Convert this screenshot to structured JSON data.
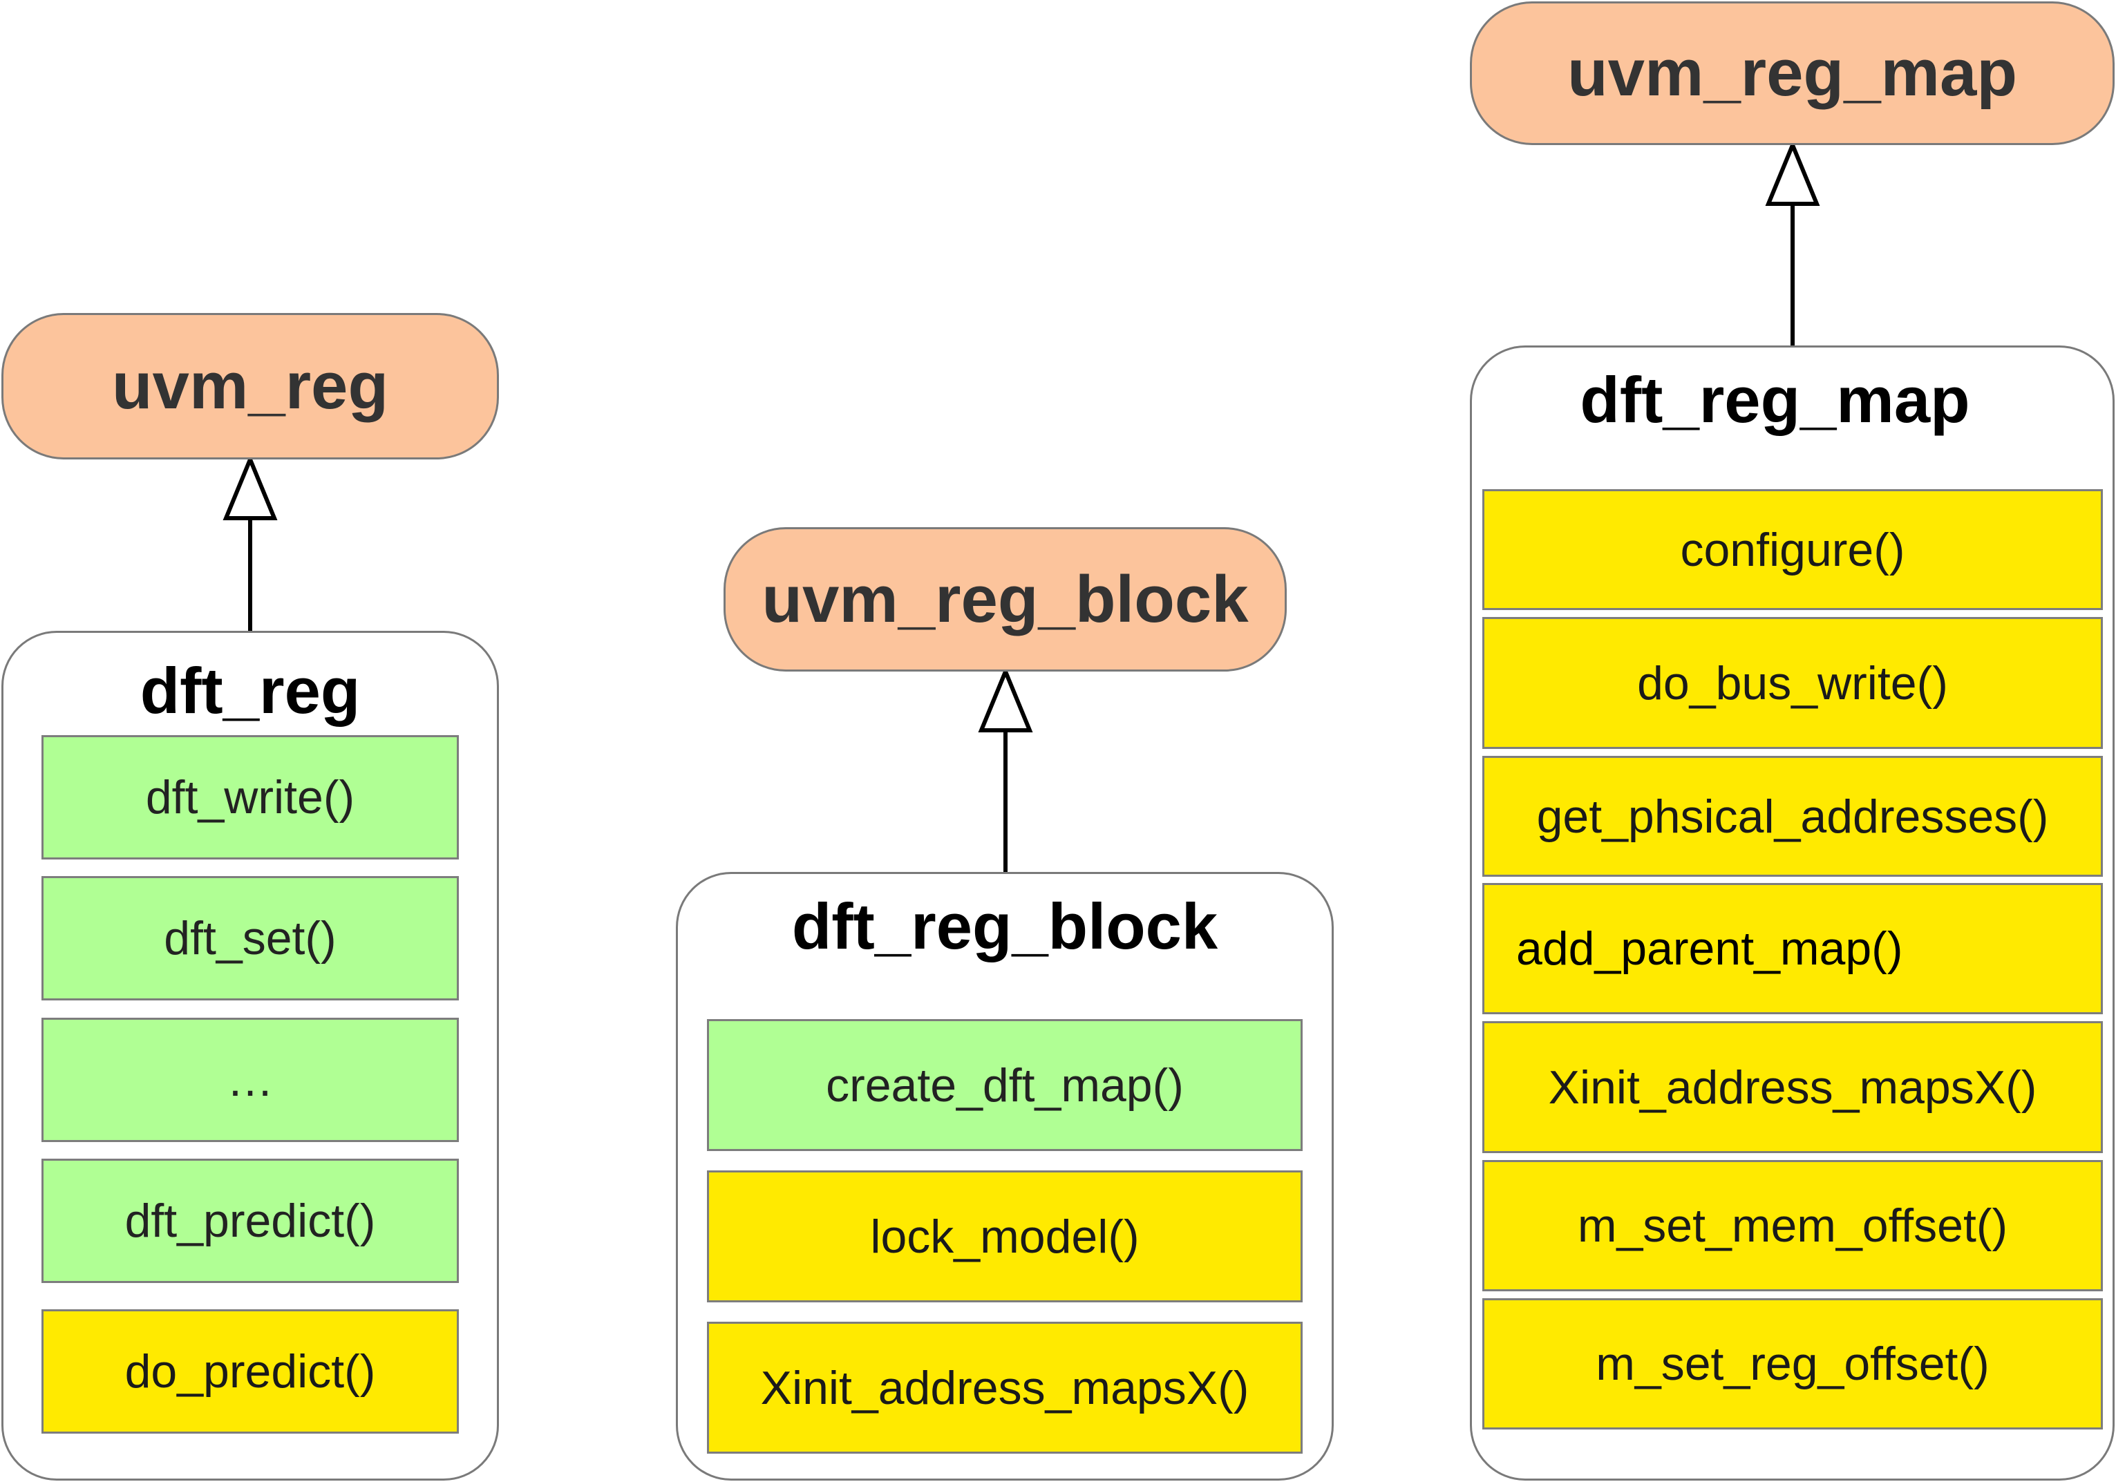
{
  "parents": {
    "uvm_reg": "uvm_reg",
    "uvm_reg_block": "uvm_reg_block",
    "uvm_reg_map": "uvm_reg_map"
  },
  "classes": {
    "dft_reg": {
      "title": "dft_reg",
      "methods": [
        {
          "label": "dft_write()",
          "color": "#b0ff94"
        },
        {
          "label": "dft_set()",
          "color": "#b0ff94"
        },
        {
          "label": "…",
          "color": "#b0ff94"
        },
        {
          "label": "dft_predict()",
          "color": "#b0ff94"
        },
        {
          "label": "do_predict()",
          "color": "#ffea00"
        }
      ]
    },
    "dft_reg_block": {
      "title": "dft_reg_block",
      "methods": [
        {
          "label": "create_dft_map()",
          "color": "#b0ff94"
        },
        {
          "label": "lock_model()",
          "color": "#ffea00"
        },
        {
          "label": "Xinit_address_mapsX()",
          "color": "#ffea00"
        }
      ]
    },
    "dft_reg_map": {
      "title": "dft_reg_map",
      "methods": [
        {
          "label": "configure()",
          "color": "#ffea00"
        },
        {
          "label": "do_bus_write()",
          "color": "#ffea00"
        },
        {
          "label": "get_phsical_addresses()",
          "color": "#ffea00"
        },
        {
          "label": "add_parent_map()",
          "color": "#ffea00"
        },
        {
          "label": "Xinit_address_mapsX()",
          "color": "#ffea00"
        },
        {
          "label": "m_set_mem_offset()",
          "color": "#ffea00"
        },
        {
          "label": "m_set_reg_offset()",
          "color": "#ffea00"
        }
      ]
    }
  },
  "colors": {
    "parent_fill": "#fcc49c",
    "inherited_method": "#b0ff94",
    "overridden_method": "#ffea00"
  }
}
